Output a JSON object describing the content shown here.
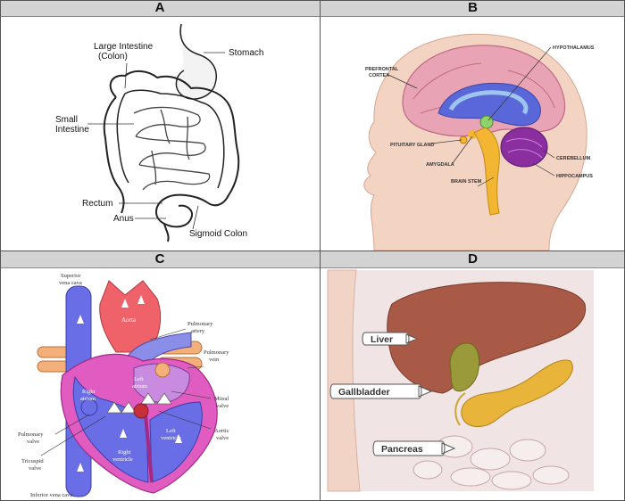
{
  "panels": {
    "a": {
      "letter": "A",
      "labels": {
        "large_intestine_1": "Large Intestine",
        "large_intestine_2": "(Colon)",
        "stomach": "Stomach",
        "small_intestine_1": "Small",
        "small_intestine_2": "Intestine",
        "rectum": "Rectum",
        "anus": "Anus",
        "sigmoid_colon": "Sigmoid Colon"
      }
    },
    "b": {
      "letter": "B",
      "labels": {
        "hypothalamus": "HYPOTHALAMUS",
        "prefrontal_1": "PREFRONTAL",
        "prefrontal_2": "CORTEX",
        "pituitary": "PITUITARY GLAND",
        "amygdala": "AMYGDALA",
        "brain_stem": "BRAIN STEM",
        "cerebellum": "CEREBELLUM",
        "hippocampus": "HIPPOCAMPUS"
      }
    },
    "c": {
      "letter": "C",
      "labels": {
        "superior_vena_cava_1": "Superior",
        "superior_vena_cava_2": "vena cava",
        "aorta": "Aorta",
        "pulmonary_artery_1": "Pulmonary",
        "pulmonary_artery_2": "artery",
        "pulmonary_vein_1": "Pulmonary",
        "pulmonary_vein_2": "vein",
        "left_atrium_1": "Left",
        "left_atrium_2": "atrium",
        "right_atrium_1": "Right",
        "right_atrium_2": "atrium",
        "mitral_valve_1": "Mitral",
        "mitral_valve_2": "valve",
        "pulmonary_valve_1": "Pulmonary",
        "pulmonary_valve_2": "valve",
        "aortic_valve_1": "Aortic",
        "aortic_valve_2": "valve",
        "left_ventricle_1": "Left",
        "left_ventricle_2": "ventricle",
        "right_ventricle_1": "Right",
        "right_ventricle_2": "ventricle",
        "tricuspid_valve_1": "Tricuspid",
        "tricuspid_valve_2": "valve",
        "inferior_vena_cava": "Inferior vena cava"
      }
    },
    "d": {
      "letter": "D",
      "labels": {
        "liver": "Liver",
        "gallbladder": "Gallbladder",
        "pancreas": "Pancreas"
      }
    }
  },
  "colors": {
    "header_bg": "#d3d3d3",
    "brain_cortex": "#e8a3b5",
    "brain_stem": "#f2b632",
    "cerebellum": "#8b2fa0",
    "heart_red": "#f0626a",
    "heart_blue": "#6a6ee6",
    "heart_pink": "#e05cc0",
    "liver": "#a85a46",
    "pancreas": "#e8b43a"
  }
}
